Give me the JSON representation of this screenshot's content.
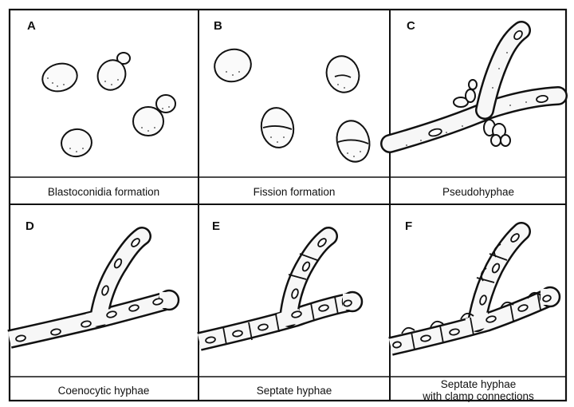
{
  "panels": [
    {
      "letter": "A",
      "caption": [
        "Blastoconidia formation"
      ]
    },
    {
      "letter": "B",
      "caption": [
        "Fission formation"
      ]
    },
    {
      "letter": "C",
      "caption": [
        "Pseudohyphae"
      ]
    },
    {
      "letter": "D",
      "caption": [
        "Coenocytic hyphae"
      ]
    },
    {
      "letter": "E",
      "caption": [
        "Septate hyphae"
      ]
    },
    {
      "letter": "F",
      "caption": [
        "Septate hyphae",
        "with clamp connections"
      ]
    }
  ]
}
